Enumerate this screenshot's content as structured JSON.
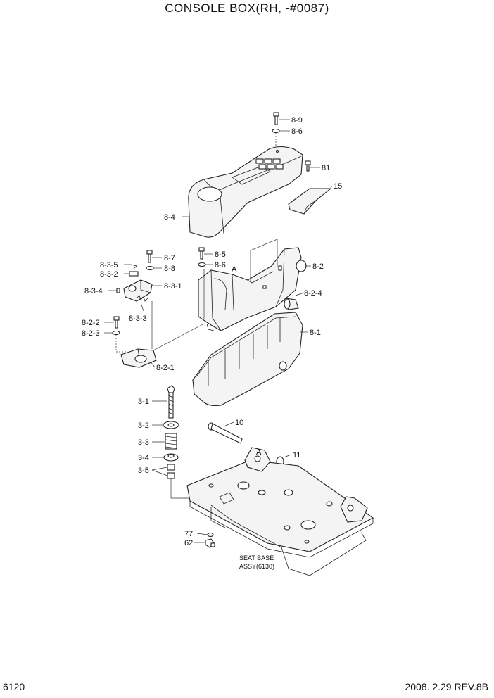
{
  "title": "CONSOLE BOX(RH, -#0087)",
  "page_number": "6120",
  "revision": "2008. 2.29  REV.8B",
  "labels": {
    "p8_9": "8-9",
    "p8_6_top": "8-6",
    "p81": "81",
    "p15": "15",
    "p8_4": "8-4",
    "p8_7": "8-7",
    "p8_8": "8-8",
    "p8_3_5": "8-3-5",
    "p8_3_2": "8-3-2",
    "p8_3_4": "8-3-4",
    "p8_3_1": "8-3-1",
    "p8_3_3": "8-3-3",
    "p8_5": "8-5",
    "p8_6_mid": "8-6",
    "A_top": "A",
    "p8_2": "8-2",
    "p8_2_4": "8-2-4",
    "p8_2_2": "8-2-2",
    "p8_2_3": "8-2-3",
    "p8_1": "8-1",
    "p8_2_1": "8-2-1",
    "p3_1": "3-1",
    "p3_2": "3-2",
    "p3_3": "3-3",
    "p3_4": "3-4",
    "p3_5": "3-5",
    "p10": "10",
    "A_bottom": "A",
    "p11": "11",
    "p77": "77",
    "p62": "62",
    "seat_base_line1": "SEAT BASE",
    "seat_base_line2": "ASSY(6130)"
  }
}
